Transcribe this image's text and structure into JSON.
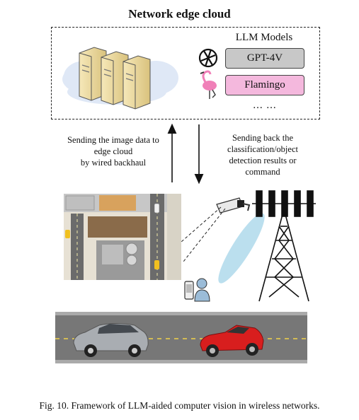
{
  "title": "Network edge cloud",
  "llm_models": {
    "heading": "LLM Models",
    "items": [
      {
        "label": "GPT-4V",
        "color": "#c8c8c8"
      },
      {
        "label": "Flamingo",
        "color": "#f4b8dd"
      }
    ],
    "more": "... ..."
  },
  "uplink_label_lines": [
    "Sending the image data to",
    "edge cloud",
    "by wired backhaul"
  ],
  "downlink_label_lines": [
    "Sending back the",
    "classification/object",
    "detection results or",
    "command"
  ],
  "caption": "Fig. 10.  Framework of LLM-aided computer vision in wireless networks.",
  "icons": [
    "servers-icon",
    "cloud-icon",
    "openai-icon",
    "flamingo-icon",
    "camera-icon",
    "antenna-tower-icon",
    "user-phone-icon",
    "aerial-map-image",
    "road-cars-image"
  ],
  "colors": {
    "cloud": "#dfe8f6",
    "beam": "#b4dcec",
    "road": "#777777",
    "car_silver": "#a9adb2",
    "car_red": "#d81e1e"
  }
}
